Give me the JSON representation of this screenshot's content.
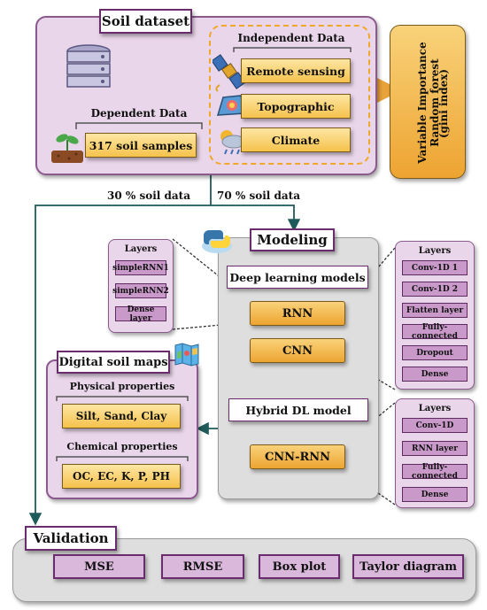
{
  "soil_dataset": {
    "title": "Soil dataset",
    "independent_title": "Independent Data",
    "independent_items": [
      "Remote sensing",
      "Topographic",
      "Climate"
    ],
    "dependent_title": "Dependent Data",
    "samples": "317 soil samples"
  },
  "variable_importance": {
    "line1": "Variable Importance",
    "line2": "Random forest",
    "line3": "(gini index)"
  },
  "split": {
    "left": "30 % soil data",
    "right": "70 % soil data"
  },
  "modeling": {
    "title": "Modeling",
    "deep_learning_title": "Deep learning models",
    "rnn": "RNN",
    "cnn": "CNN",
    "hybrid_title": "Hybrid DL model",
    "hybrid": "CNN-RNN"
  },
  "layers_rnn": {
    "title": "Layers",
    "items": [
      "simpleRNN1",
      "simpleRNN2",
      "Dense layer"
    ]
  },
  "layers_cnn": {
    "title": "Layers",
    "items": [
      "Conv-1D 1",
      "Conv-1D 2",
      "Flatten layer",
      "Fully-connected",
      "Dropout",
      "Dense"
    ]
  },
  "layers_hybrid": {
    "title": "Layers",
    "items": [
      "Conv-1D",
      "RNN layer",
      "Fully-connected",
      "Dense"
    ]
  },
  "digital_maps": {
    "title": "Digital soil maps",
    "physical_title": "Physical properties",
    "physical": "Silt, Sand, Clay",
    "chemical_title": "Chemical properties",
    "chemical": "OC, EC, K, P, PH"
  },
  "validation": {
    "title": "Validation",
    "items": [
      "MSE",
      "RMSE",
      "Box plot",
      "Taylor diagram"
    ]
  },
  "colors": {
    "purple_panel": "#e9d6ea",
    "purple_border": "#8a5a8c",
    "yellow": "#f5c24c",
    "arrow": "#1f5a5a"
  }
}
